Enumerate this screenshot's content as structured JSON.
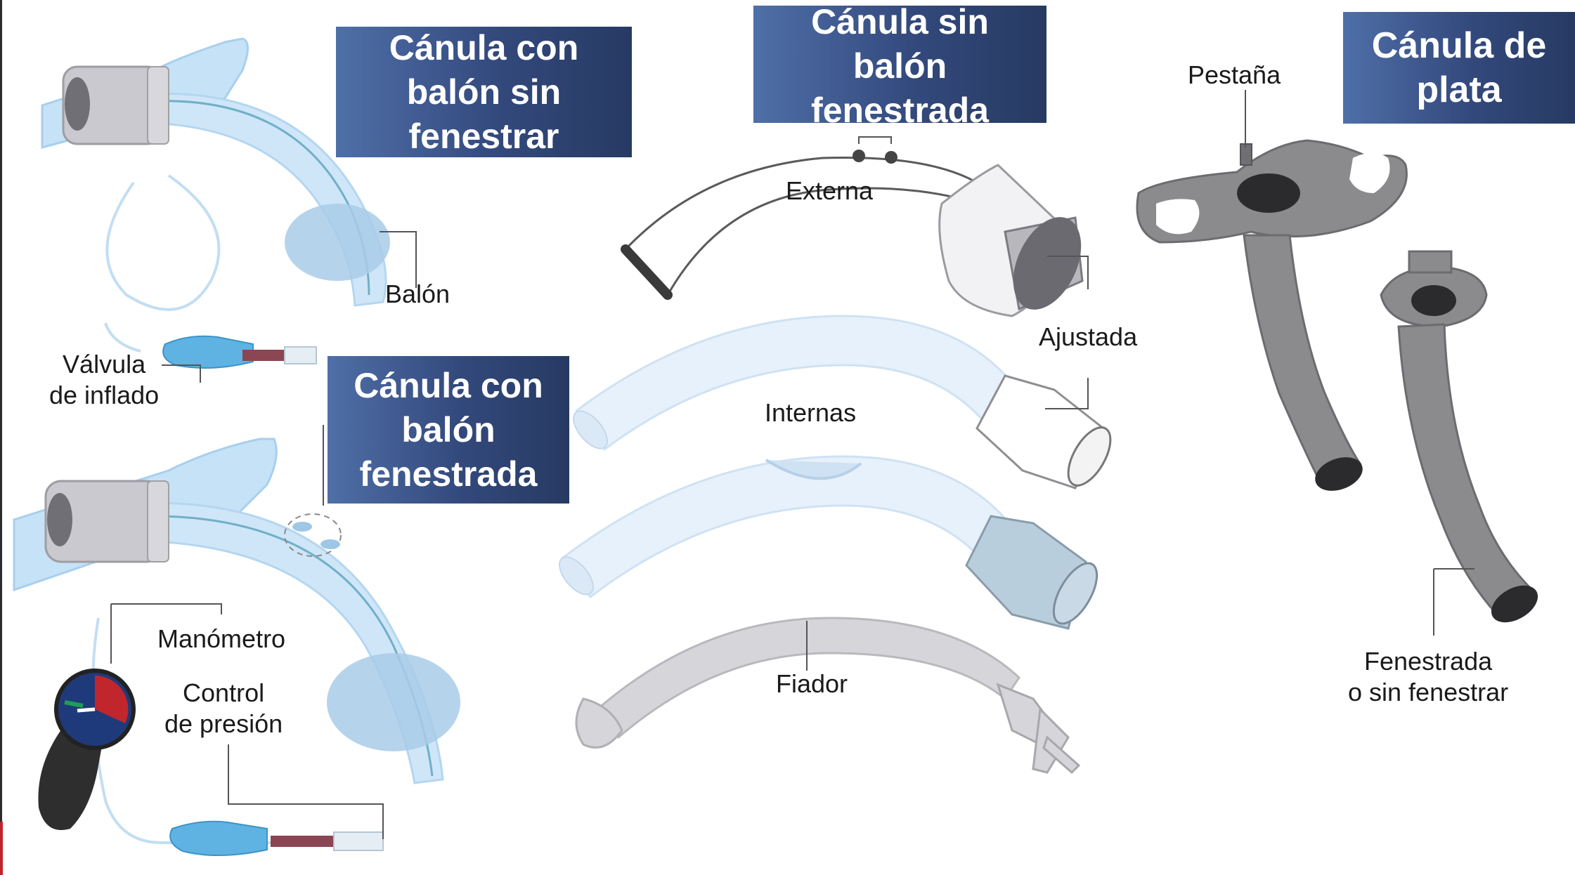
{
  "boxes": {
    "cuff_no_fen": [
      "Cánula con",
      "balón sin",
      "fenestrar"
    ],
    "cuff_fen": [
      "Cánula con",
      "balón",
      "fenestrada"
    ],
    "nocuff_fen": [
      "Cánula sin",
      "balón",
      "fenestrada"
    ],
    "silver": [
      "Cánula de",
      "plata"
    ]
  },
  "labels": {
    "balon": "Balón",
    "valvula": [
      "Válvula",
      "de inflado"
    ],
    "manometro": "Manómetro",
    "control": [
      "Control",
      "de presión"
    ],
    "externa": "Externa",
    "ajustada": "Ajustada",
    "internas": "Internas",
    "fiador": "Fiador",
    "pestana": "Pestaña",
    "fenestrada": [
      "Fenestrada",
      "o sin fenestrar"
    ]
  },
  "colors": {
    "box_gradient": [
      "#4f6fa8",
      "#263a62"
    ],
    "cannula_blue": "#bcdcf3",
    "silver_gray": "#8b8b8e"
  }
}
